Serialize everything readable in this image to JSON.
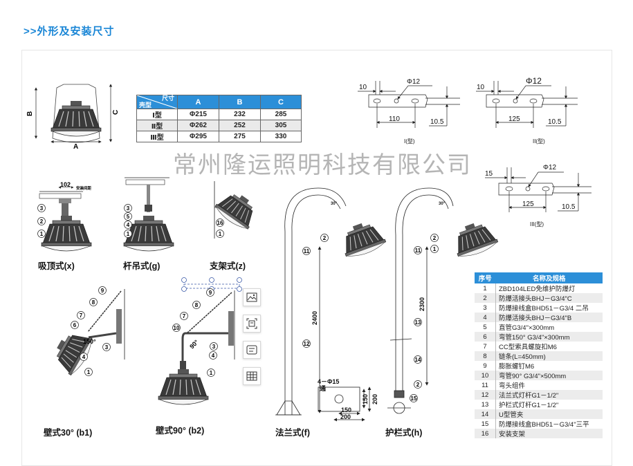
{
  "title": ">>外形及安装尺寸",
  "profile": {
    "dim_a": "A",
    "dim_b": "B",
    "dim_c": "C"
  },
  "dim_table": {
    "corner_top": "尺寸",
    "corner_bottom": "壳型",
    "columns": [
      "A",
      "B",
      "C"
    ],
    "rows": [
      {
        "type": "Ⅰ型",
        "a": "Φ215",
        "b": "232",
        "c": "285"
      },
      {
        "type": "Ⅱ型",
        "a": "Φ262",
        "b": "252",
        "c": "305"
      },
      {
        "type": "Ⅲ型",
        "a": "Φ295",
        "b": "275",
        "c": "330"
      }
    ]
  },
  "brackets": [
    {
      "label": "I(型)",
      "edge": "10",
      "hole": "Φ12",
      "spacing": "110",
      "thickness": "10.5"
    },
    {
      "label": "II(型)",
      "edge": "10",
      "hole": "Φ12",
      "spacing": "125",
      "thickness": "10.5"
    },
    {
      "label": "III(型)",
      "edge": "15",
      "hole": "Φ12",
      "spacing": "125",
      "thickness": "10.5"
    }
  ],
  "mounts": {
    "ceiling": {
      "label": "吸顶式(x)",
      "spacing": "102",
      "note": "安装间距"
    },
    "pendant": {
      "label": "杆吊式(g)"
    },
    "bracket": {
      "label": "支架式(z)"
    },
    "wall30": {
      "label": "壁式30°  (b1)",
      "angle": "150°"
    },
    "wall90": {
      "label": "壁式90°  (b2)",
      "angle": "90°"
    },
    "flange": {
      "label": "法兰式(f)",
      "height": "2400",
      "holes": "4－Φ15",
      "holes_note": "通",
      "inner": "150",
      "outer": "200",
      "angle": "30°"
    },
    "guardrail": {
      "label": "护栏式(h)",
      "height": "2300",
      "angle": "30°"
    }
  },
  "callouts": [
    "1",
    "2",
    "3",
    "4",
    "5",
    "6",
    "7",
    "8",
    "9",
    "10",
    "11",
    "12",
    "13",
    "14",
    "15",
    "16"
  ],
  "parts": {
    "headers": [
      "序号",
      "名称及规格"
    ],
    "rows": [
      [
        "1",
        "ZBD104LED免维护防爆灯"
      ],
      [
        "2",
        "防爆活接头BHJ－G3/4\"C"
      ],
      [
        "3",
        "防爆接线盒BHD51－G3/4 二吊"
      ],
      [
        "4",
        "防爆活接头BHJ－G3/4\"B"
      ],
      [
        "5",
        "直管G3/4\"×300mm"
      ],
      [
        "6",
        "弯管150°  G3/4\"×300mm"
      ],
      [
        "7",
        "CC型索具螺旋扣M6"
      ],
      [
        "8",
        "链条(L=450mm)"
      ],
      [
        "9",
        "膨胀螺钉M6"
      ],
      [
        "10",
        "弯管90°  G3/4\"×500mm"
      ],
      [
        "11",
        "弯头组件"
      ],
      [
        "12",
        "法兰式灯杆G1－1/2\""
      ],
      [
        "13",
        "护栏式灯杆G1－1/2\""
      ],
      [
        "14",
        "U型管夹"
      ],
      [
        "15",
        "防爆接线盒BHD51－G3/4\"三平"
      ],
      [
        "16",
        "安装支架"
      ]
    ]
  },
  "watermark": "常州隆运照明科技有限公司",
  "toolbar": [
    "image-icon",
    "ocr-frame-icon",
    "text-icon",
    "table-icon"
  ],
  "colors": {
    "accent": "#2c8fd8",
    "title": "#1a86d6"
  }
}
